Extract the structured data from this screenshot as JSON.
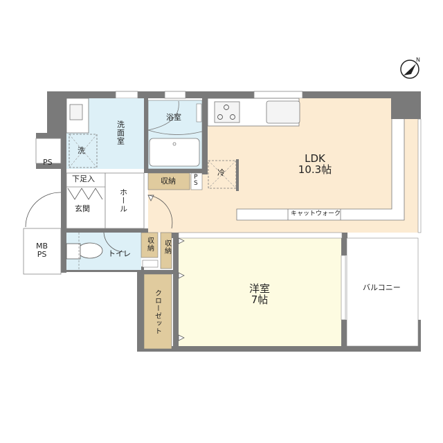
{
  "floor_plan": {
    "rooms": {
      "ldk": {
        "name": "LDK",
        "size": "10.3帖"
      },
      "western_room": {
        "name": "洋室",
        "size": "7帖"
      },
      "washroom": {
        "name": "洗面室"
      },
      "washer": {
        "name": "洗"
      },
      "bathroom": {
        "name": "浴室"
      },
      "storage_1": {
        "name": "収納"
      },
      "ps_small": {
        "name": "P\nS"
      },
      "refrigerator": {
        "name": "冷"
      },
      "shoe_box": {
        "name": "下足入"
      },
      "entrance": {
        "name": "玄関"
      },
      "hall": {
        "name": "ホール"
      },
      "toilet": {
        "name": "トイレ"
      },
      "storage_2": {
        "name": "収納"
      },
      "storage_3": {
        "name": "収納"
      },
      "closet": {
        "name": "クローゼット"
      },
      "balcony": {
        "name": "バルコニー"
      },
      "ps_outer": {
        "name": "PS"
      },
      "mbps": {
        "name": "MB\nPS"
      },
      "catwalk": {
        "name": "キャットウォーク"
      }
    },
    "compass": {
      "icon": "north-arrow-icon",
      "label": "N"
    },
    "colors": {
      "wall": "#7a7a7a",
      "ldk_floor": "#fcebd2",
      "western_floor": "#fdfbe1",
      "wet_area": "#ddf0f7",
      "storage": "#e0cb9e",
      "white": "#ffffff",
      "line": "#555555"
    }
  }
}
